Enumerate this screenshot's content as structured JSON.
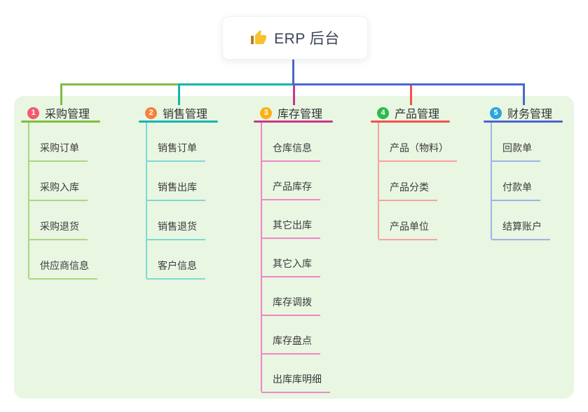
{
  "root": {
    "title": "ERP 后台",
    "icon": "thumbs-up-icon",
    "icon_color": "#f6c22e",
    "icon_cuff_color": "#b57d28",
    "connector_color": "#4b66d2"
  },
  "panel": {
    "background": "#e8f6e2"
  },
  "branches": [
    {
      "index": "1",
      "label": "采购管理",
      "badge_color": "#f25a70",
      "line_color": "#7fbe3e",
      "child_line_color": "#abd77f",
      "children": [
        "采购订单",
        "采购入库",
        "采购退货",
        "供应商信息"
      ]
    },
    {
      "index": "2",
      "label": "销售管理",
      "badge_color": "#f5823c",
      "line_color": "#12b5ae",
      "child_line_color": "#7ed9d3",
      "children": [
        "销售订单",
        "销售出库",
        "销售退货",
        "客户信息"
      ]
    },
    {
      "index": "3",
      "label": "库存管理",
      "badge_color": "#f9b117",
      "line_color": "#ce3390",
      "child_line_color": "#ef87c5",
      "children": [
        "仓库信息",
        "产品库存",
        "其它出库",
        "其它入库",
        "库存调拨",
        "库存盘点",
        "出库库明细"
      ]
    },
    {
      "index": "4",
      "label": "产品管理",
      "badge_color": "#2eb94f",
      "line_color": "#f4504d",
      "child_line_color": "#f9a29f",
      "children": [
        "产品（物料）",
        "产品分类",
        "产品单位"
      ]
    },
    {
      "index": "5",
      "label": "财务管理",
      "badge_color": "#28a5de",
      "line_color": "#4b66d2",
      "child_line_color": "#9db3e6",
      "children": [
        "回款单",
        "付款单",
        "结算账户"
      ]
    }
  ]
}
